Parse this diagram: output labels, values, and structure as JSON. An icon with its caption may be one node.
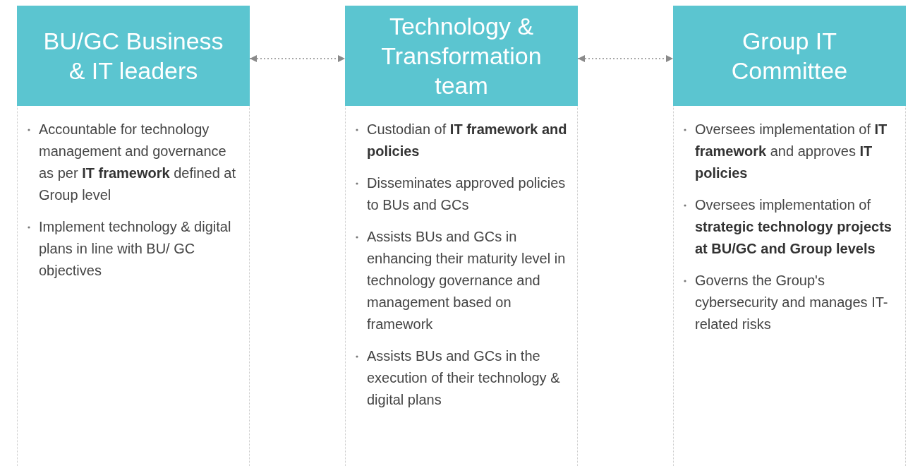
{
  "diagram": {
    "nodes": [
      {
        "text": [
          "BU/GC Business & IT leaders",
          "Accountable for technology management and governance as per **IT framework** defined at Group level",
          "Implement technology & digital plans in line with BU/ GC objectives"
        ]
      },
      {
        "text": [
          "Technology & Transformation team",
          "Custodian of **IT framework and policies**",
          "Disseminates approved policies to BUs and GCs",
          "Assists BUs and GCs in enhancing their maturity level in technology governance and management based on framework",
          "Assists BUs and GCs in the execution of their technology & digital plans"
        ]
      },
      {
        "text": [
          "Group IT Committee",
          "Oversees implementation of **IT framework** and approves **IT policies**",
          "Oversees implementation of **strategic technology projects at BU/GC and Group levels**",
          "Governs the Group's cybersecurity and manages IT-related risks"
        ]
      }
    ],
    "edges": [
      {
        "from": 0,
        "to": 1,
        "arrow": "both",
        "style": "dashed"
      },
      {
        "from": 1,
        "to": 2,
        "arrow": "both",
        "style": "dashed"
      }
    ]
  }
}
